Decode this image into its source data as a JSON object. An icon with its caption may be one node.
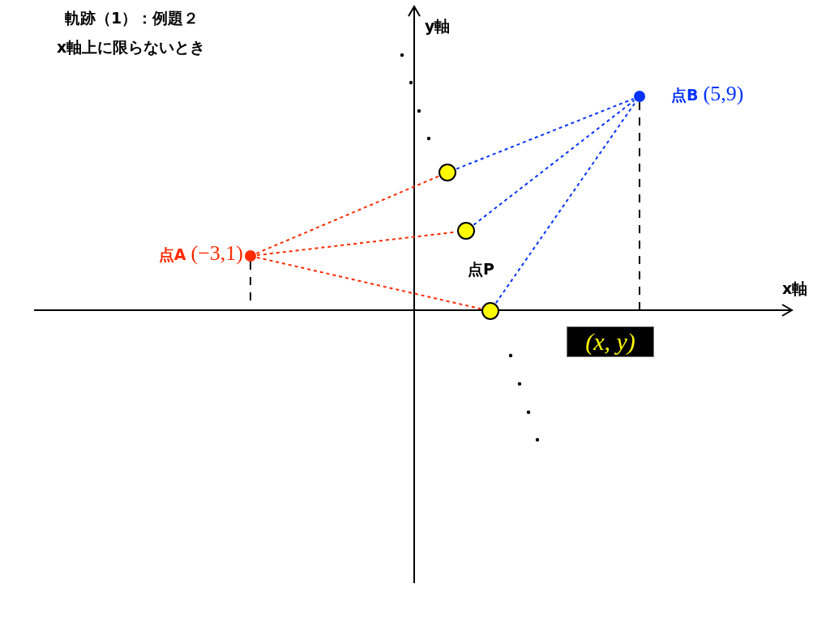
{
  "diagram": {
    "title": "軌跡（1）：例題２",
    "nodes": [
      {
        "text": [],
        "shape": "circle",
        "beside": [
          "点A",
          "(−3,1)"
        ]
      },
      {
        "text": [],
        "shape": "circle",
        "beside": [
          "点B",
          "(5,9)"
        ]
      },
      {
        "text": [],
        "shape": "circle"
      },
      {
        "text": [],
        "shape": "circle"
      },
      {
        "text": [],
        "shape": "circle",
        "beside": [
          "点P"
        ]
      },
      {
        "text": [
          "(x, y)"
        ]
      }
    ],
    "edges": [
      {
        "from": 0,
        "to": 2,
        "arrow": "none",
        "color": "#ff2a00"
      },
      {
        "from": 0,
        "to": 3,
        "arrow": "none",
        "color": "#ff2a00"
      },
      {
        "from": 0,
        "to": 4,
        "arrow": "none",
        "color": "#ff2a00"
      },
      {
        "from": 2,
        "to": 1,
        "arrow": "none",
        "color": "#0433ff"
      },
      {
        "from": 3,
        "to": 1,
        "arrow": "none",
        "color": "#0433ff"
      },
      {
        "from": 4,
        "to": 1,
        "arrow": "none",
        "color": "#0433ff"
      }
    ],
    "labels": [
      "x軸上に限らないとき",
      "y軸",
      "x軸"
    ]
  }
}
